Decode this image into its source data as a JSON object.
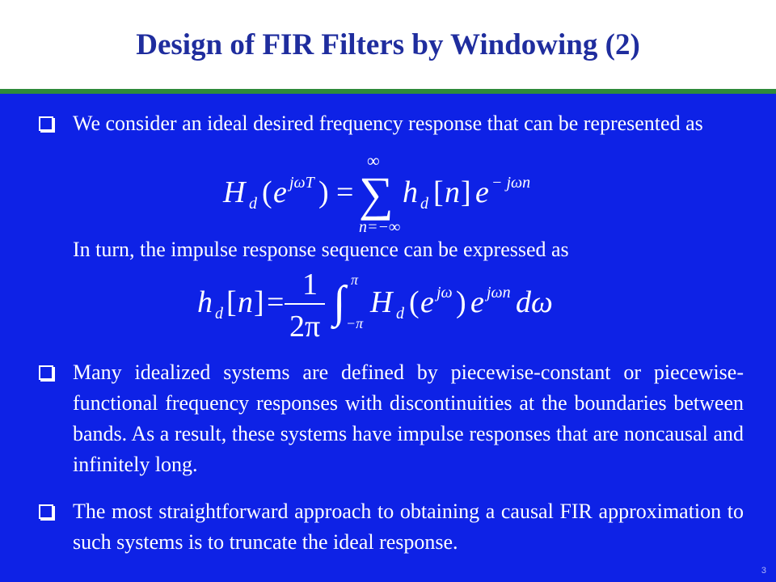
{
  "slide": {
    "title": "Design of FIR Filters by Windowing (2)",
    "page_number": "3"
  },
  "bullets": [
    {
      "text": "We consider an ideal desired frequency response that can be represented as"
    },
    {
      "text": "Many idealized systems are defined by piecewise-constant or piecewise-functional frequency responses with discontinuities at the boundaries between bands. As a result, these systems have impulse responses that are noncausal and infinitely long."
    },
    {
      "text": "The most straightforward approach to obtaining a causal FIR approximation to such systems is to truncate the ideal response."
    }
  ],
  "intermediate_text": "In turn, the impulse response sequence can be expressed as",
  "equations": {
    "freq_response": "H_d(e^{jωT}) = Σ_{n=-∞}^{∞} h_d[n] e^{-jωn}",
    "impulse_response": "h_d[n] = 1/(2π) ∫_{-π}^{π} H_d(e^{jω}) e^{jωn} dω"
  },
  "colors": {
    "background": "#0E22E6",
    "title_text": "#1F2D9E",
    "title_rule": "#2E8B3A",
    "body_text": "#FFFFFF"
  }
}
